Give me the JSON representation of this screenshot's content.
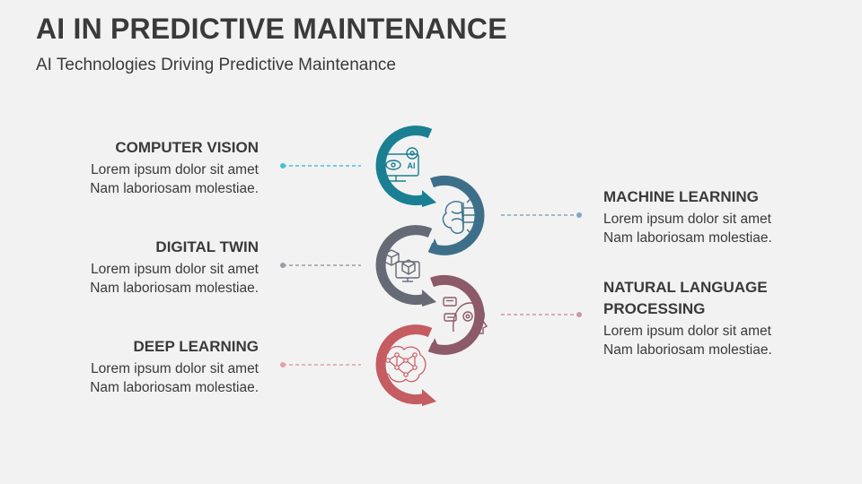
{
  "header": {
    "title": "AI IN PREDICTIVE MAINTENANCE",
    "subtitle": "AI Technologies Driving Predictive Maintenance"
  },
  "items": [
    {
      "title": "COMPUTER VISION",
      "body": "Lorem ipsum dolor sit amet\nNam laboriosam molestiae.",
      "color": "#1a7f92",
      "side": "left",
      "icon": "computer-vision-icon",
      "icon_label": "AI"
    },
    {
      "title": "MACHINE LEARNING",
      "body": "Lorem ipsum dolor sit amet\nNam laboriosam molestiae.",
      "color": "#3e6f8a",
      "side": "right",
      "icon": "brain-circuit-icon"
    },
    {
      "title": "DIGITAL TWIN",
      "body": "Lorem ipsum dolor sit amet\nNam laboriosam molestiae.",
      "color": "#666a75",
      "side": "left",
      "icon": "digital-twin-icon"
    },
    {
      "title": "NATURAL LANGUAGE\nPROCESSING",
      "body": "Lorem ipsum dolor sit amet\nNam laboriosam molestiae.",
      "color": "#8c5a68",
      "side": "right",
      "icon": "head-gear-chat-icon"
    },
    {
      "title": "DEEP LEARNING",
      "body": "Lorem ipsum dolor sit amet\nNam laboriosam molestiae.",
      "color": "#c45c62",
      "side": "left",
      "icon": "neural-brain-icon"
    }
  ],
  "connector_colors": [
    "#3fc1dc",
    "#7fa8c4",
    "#9a9ca3",
    "#c99aa5",
    "#e3a0a2"
  ]
}
